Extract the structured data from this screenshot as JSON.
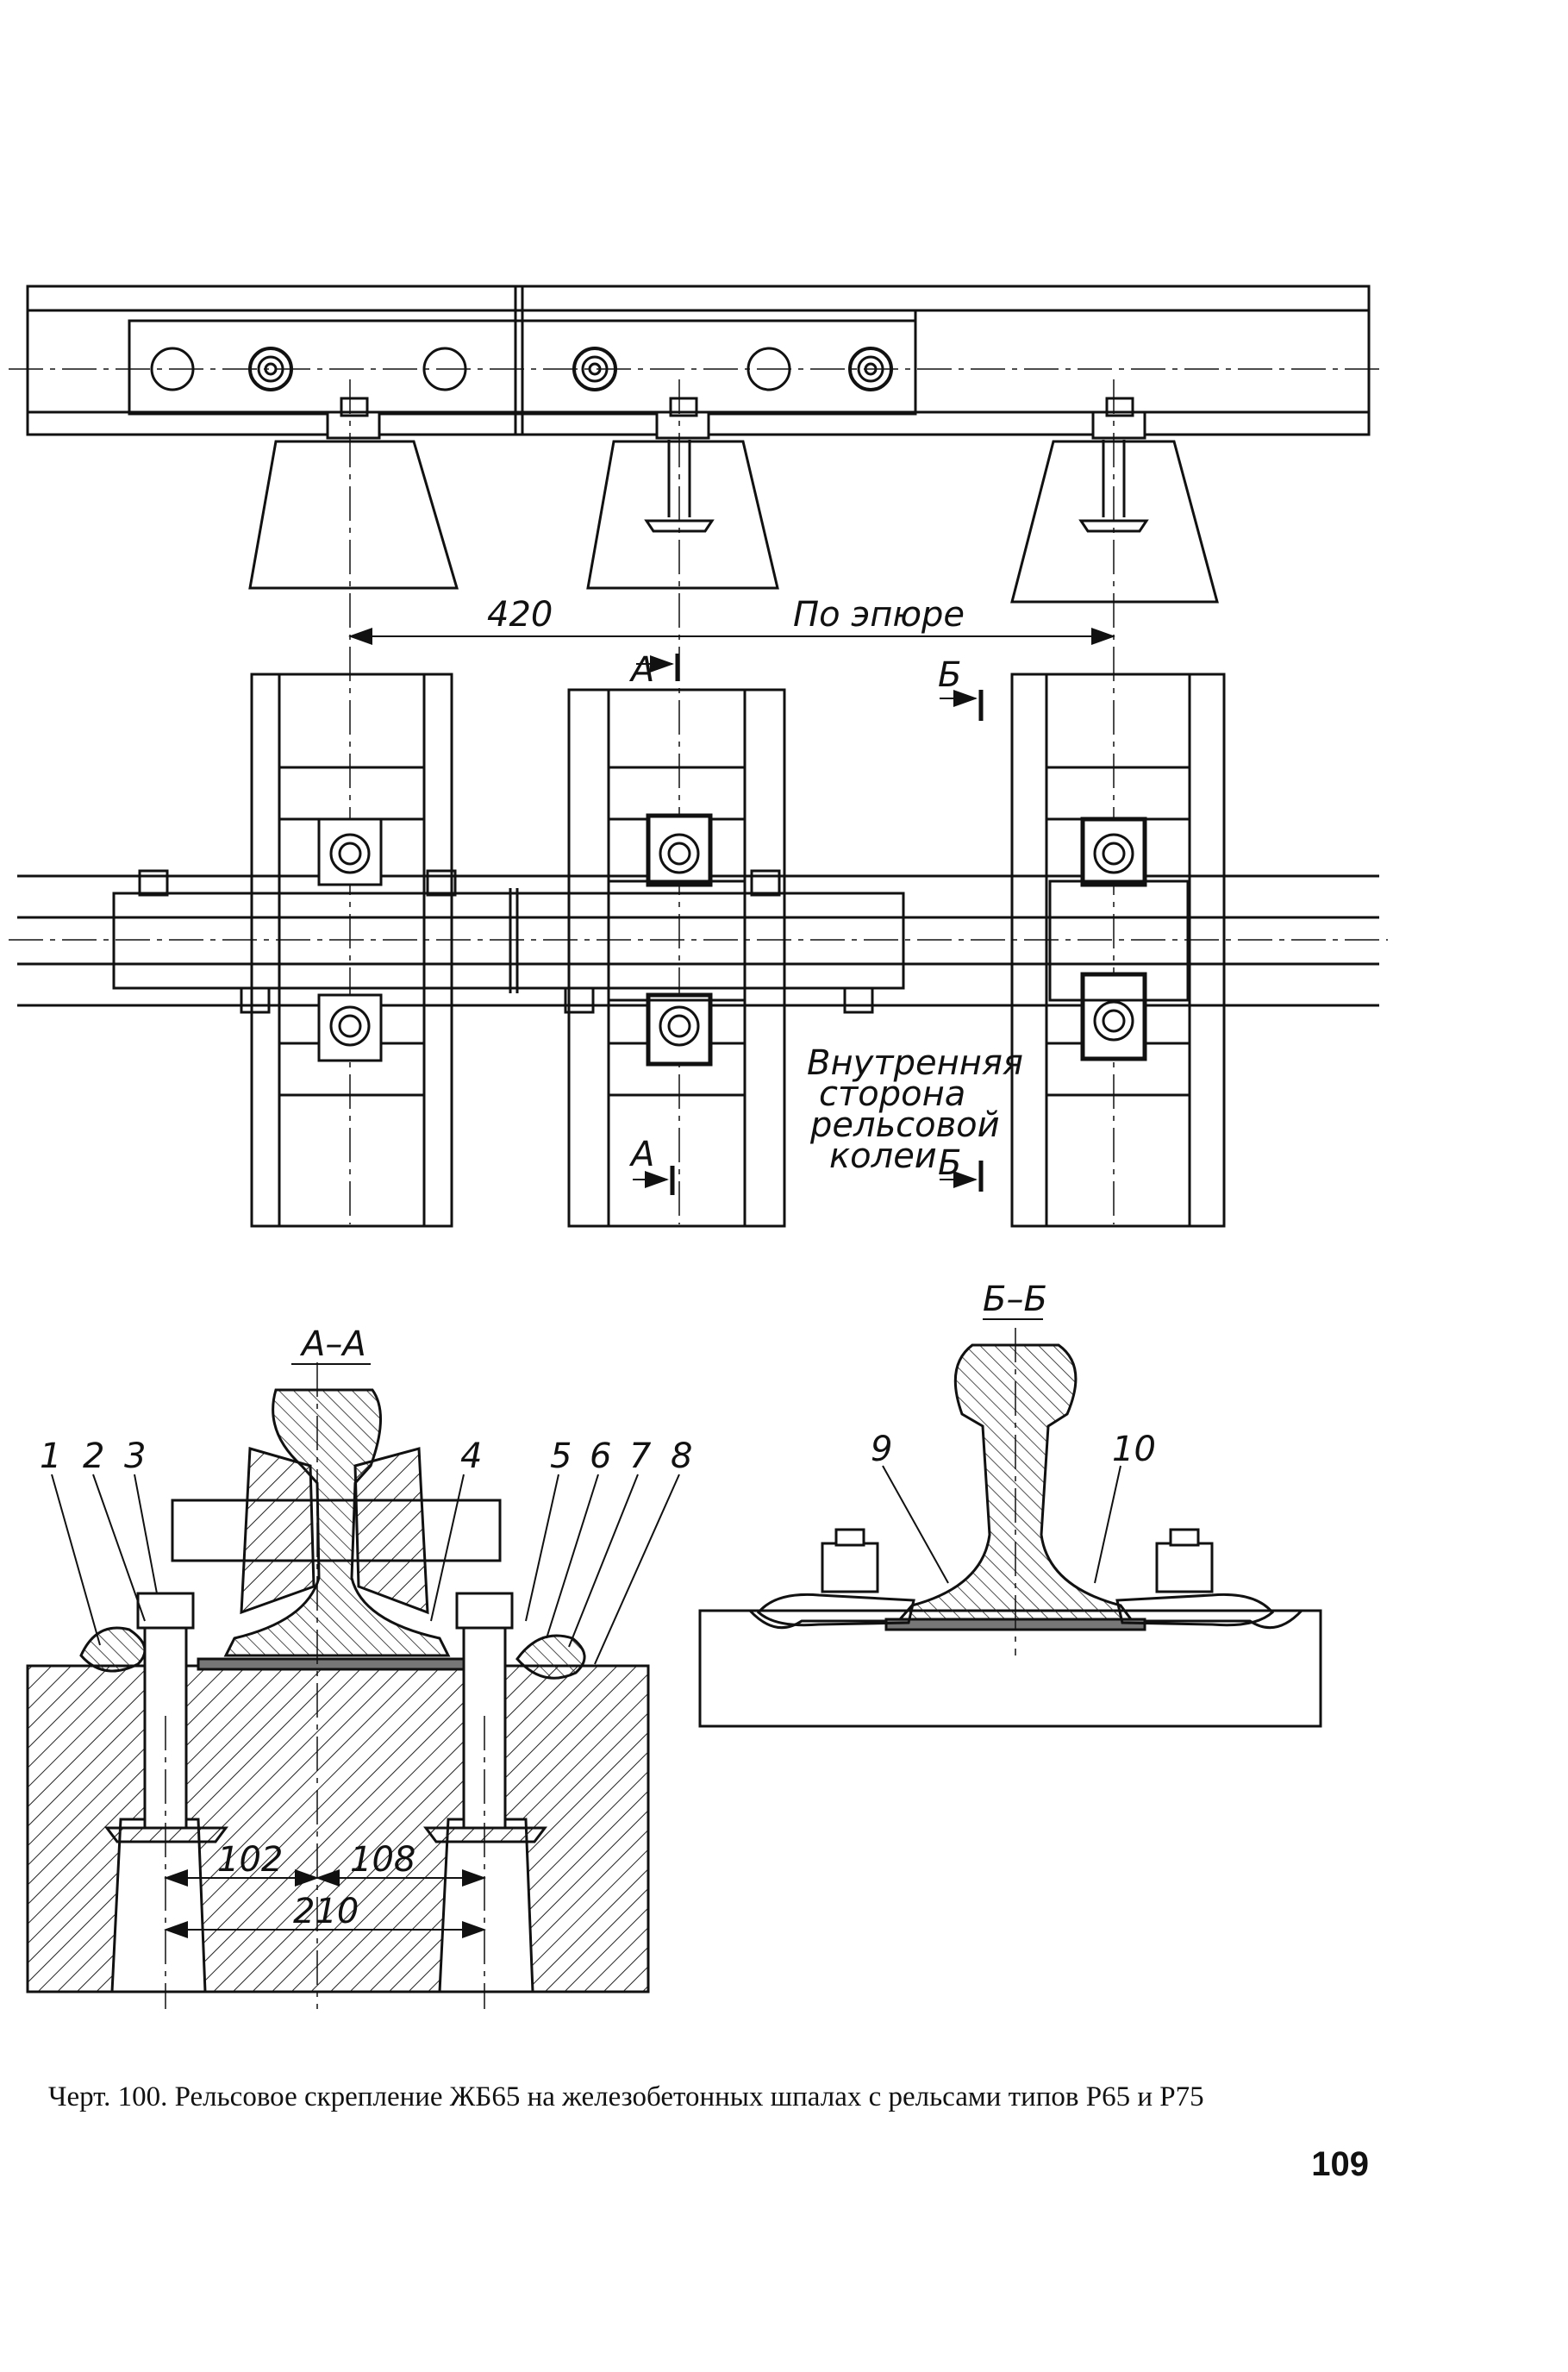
{
  "drawing": {
    "dim_420": "420",
    "dim_po_epyure": "По эпюре",
    "section_a": "А",
    "section_b": "Б",
    "note_lines": [
      "Внутренняя",
      "сторона",
      "рельсовой",
      "колеи"
    ],
    "section_aa_title": "А–А",
    "section_bb_title": "Б–Б",
    "part_numbers": [
      "1",
      "2",
      "3",
      "4",
      "5",
      "6",
      "7",
      "8",
      "9",
      "10"
    ],
    "dim_102": "102",
    "dim_108": "108",
    "dim_210": "210"
  },
  "caption": "Черт. 100. Рельсовое скрепление ЖБ65 на железобетонных шпалах с рельсами типов Р65 и Р75",
  "page_number": "109"
}
